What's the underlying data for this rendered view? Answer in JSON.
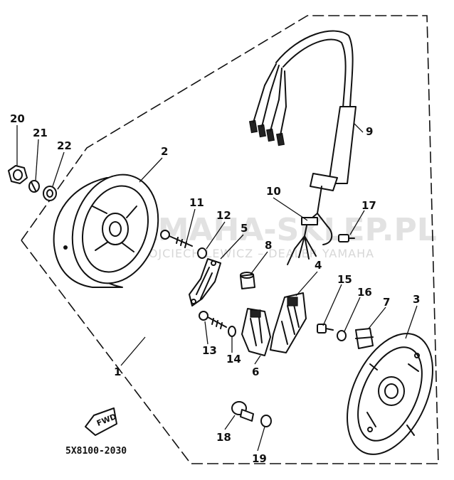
{
  "diagram": {
    "part_numbers": [
      "1",
      "2",
      "3",
      "4",
      "5",
      "6",
      "7",
      "8",
      "9",
      "10",
      "11",
      "12",
      "13",
      "14",
      "15",
      "16",
      "17",
      "18",
      "19",
      "20",
      "21",
      "22"
    ],
    "drawing_code": "5X8100-2030",
    "direction_tag": "FWD",
    "watermark": {
      "brand": "YAMAHA-SKLEP.PL",
      "dealer": "WOJCIECH LEWICZ – DEALER YAMAHA"
    }
  }
}
